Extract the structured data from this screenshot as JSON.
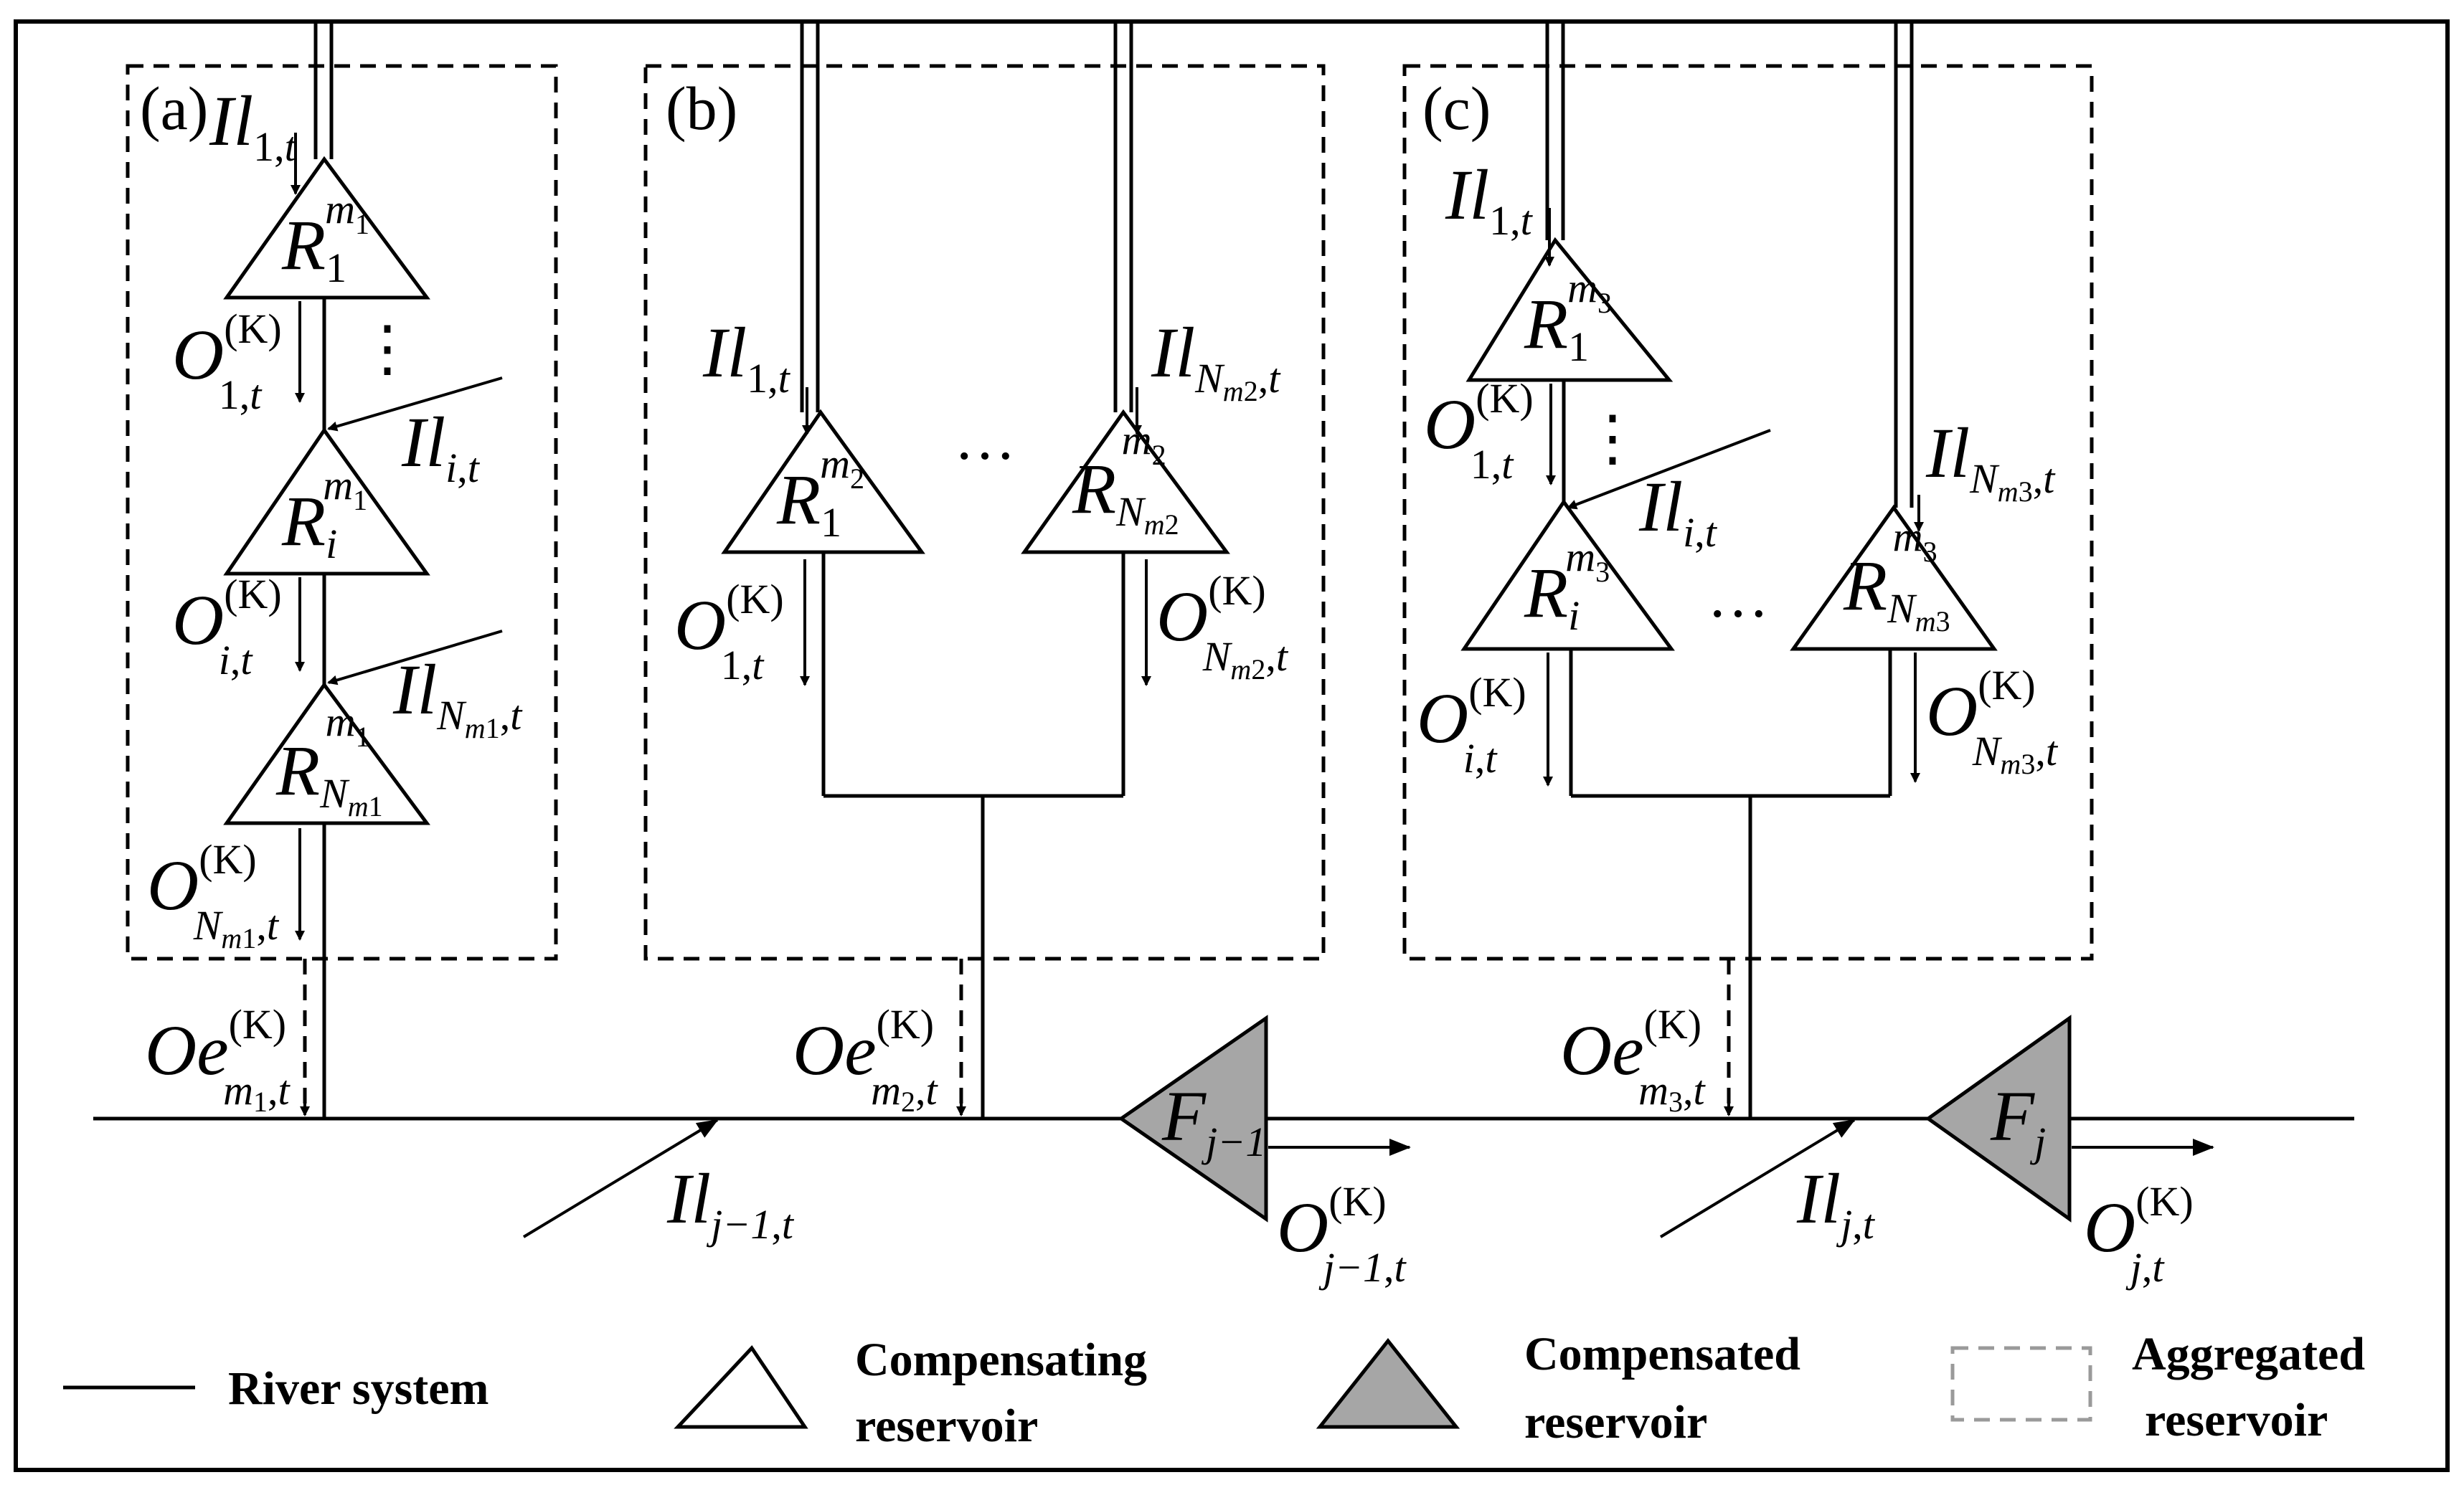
{
  "panels": [
    {
      "tag": "(a)"
    },
    {
      "tag": "(b)"
    },
    {
      "tag": "(c)"
    }
  ],
  "symbols": {
    "I": "I",
    "l": "l",
    "R": "R",
    "O": "O",
    "Oe": "Oe",
    "F": "F",
    "K": "(K)",
    "t": "t",
    "comma": ",",
    "dots_h": "…",
    "dots_v": "⋮"
  },
  "subscripts": {
    "one": "1",
    "i": "i",
    "j": "j",
    "jm1": "j−1",
    "m1": "m",
    "m2": "m",
    "m3": "m",
    "N": "N"
  },
  "legend": {
    "river": "River system",
    "compensating_1": "Compensating",
    "compensating_2": "reservoir",
    "compensated_1": "Compensated",
    "compensated_2": "reservoir",
    "aggregated_1": "Aggregated",
    "aggregated_2": "reservoir"
  },
  "colors": {
    "line": "#000000",
    "compensated_fill": "#a6a6a6",
    "aggregated_legend": "#9a9a9a"
  }
}
